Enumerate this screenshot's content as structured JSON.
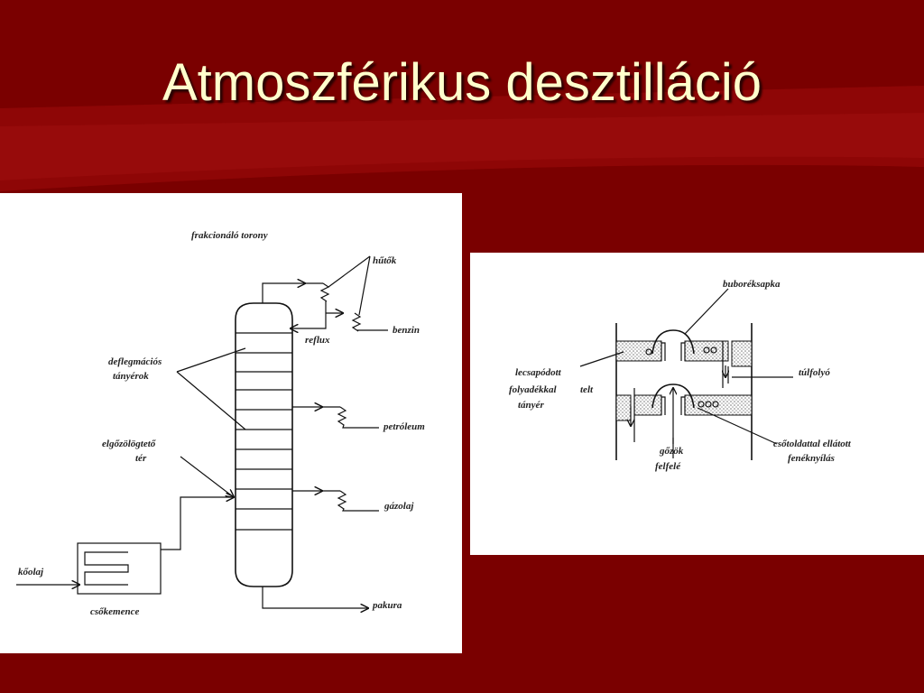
{
  "slide": {
    "title": "Atmoszférikus desztilláció",
    "colors": {
      "background": "#7a0000",
      "band": "#9a0a0a",
      "title": "#ffffcc"
    }
  },
  "tower_diagram": {
    "title": "frakcionáló torony",
    "labels": {
      "coolers": "hűtők",
      "benzin": "benzin",
      "reflux": "reflux",
      "trays_line1": "deflegmációs",
      "trays_line2": "tányérok",
      "petroleum": "petróleum",
      "evap_line1": "elgőzölögtető",
      "evap_line2": "tér",
      "gazolaj": "gázolaj",
      "crude": "kőolaj",
      "pakura": "pakura",
      "furnace": "csőkemence"
    }
  },
  "bubble_cap_diagram": {
    "labels": {
      "cap": "buboréksapka",
      "tray_line1": "lecsapódott",
      "tray_line2": "folyadékkal",
      "tray_line3": "telt",
      "tray_line4": "tányér",
      "overflow": "túlfolyó",
      "vapours_line1": "gőzök",
      "vapours_line2": "felfelé",
      "nozzle_line1": "csőtoldattal ellátott",
      "nozzle_line2": "fenéknyílás"
    }
  }
}
